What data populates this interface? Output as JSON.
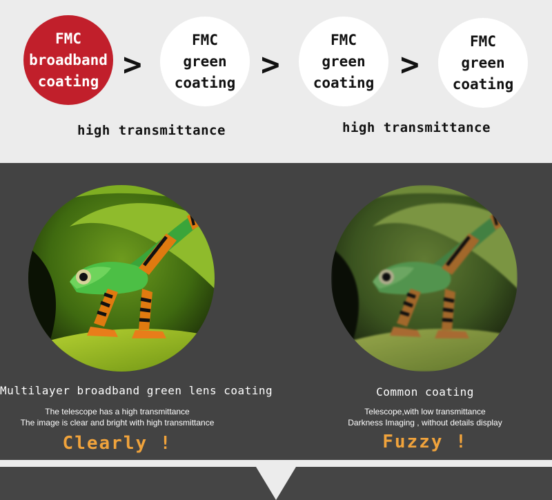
{
  "comparison": {
    "circles": [
      {
        "lines": [
          "FMC",
          "broadband",
          "coating"
        ],
        "style": "red"
      },
      {
        "lines": [
          "FMC",
          "green",
          "coating"
        ],
        "style": "white"
      },
      {
        "lines": [
          "FMC",
          "green",
          "coating"
        ],
        "style": "white"
      },
      {
        "lines": [
          "FMC",
          "green",
          "coating"
        ],
        "style": "white"
      }
    ],
    "comparator": ">",
    "labels": [
      "high transmittance",
      "high transmittance"
    ]
  },
  "left_panel": {
    "title": "Multilayer broadband green lens coating",
    "lines": [
      "The telescope has a high transmittance",
      "The image is clear and bright with high transmittance"
    ],
    "verdict": "Clearly !"
  },
  "right_panel": {
    "title": "Common coating",
    "lines": [
      "Telescope,with low transmittance",
      "Darkness Imaging , without details display"
    ],
    "verdict": "Fuzzy !"
  },
  "colors": {
    "accent_red": "#c11f2b",
    "verdict_orange": "#f0a33c",
    "panel_dark": "#434343",
    "background_light": "#ececec"
  }
}
